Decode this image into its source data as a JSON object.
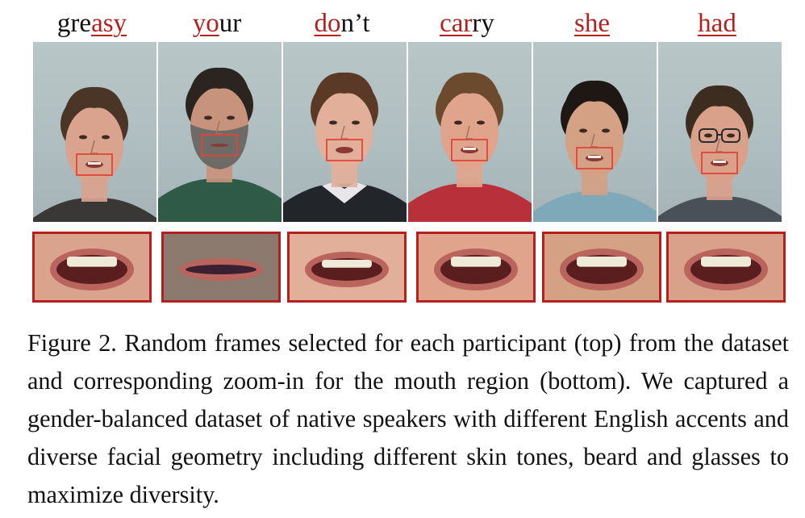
{
  "figure": {
    "words": [
      {
        "pre": "gre",
        "hl": "asy",
        "post": ""
      },
      {
        "pre": "",
        "hl": "yo",
        "post": "ur"
      },
      {
        "pre": "",
        "hl": "do",
        "post": "n’t"
      },
      {
        "pre": "",
        "hl": "car",
        "post": "ry"
      },
      {
        "pre": "",
        "hl": "she",
        "post": ""
      },
      {
        "pre": "",
        "hl": "had",
        "post": ""
      }
    ],
    "highlight_color": "#b3211f",
    "box_color": "#e0453a",
    "participants": [
      {
        "shirt": "#3a3836",
        "skin": "#d9a38e",
        "hair": "#4a3526",
        "beard": false,
        "glasses": false,
        "collar": false,
        "mouth_open": "smile"
      },
      {
        "shirt": "#2f5a48",
        "skin": "#c8937c",
        "hair": "#2b2420",
        "beard": true,
        "glasses": false,
        "collar": false,
        "mouth_open": "closed"
      },
      {
        "shirt": "#22262b",
        "skin": "#e2b09a",
        "hair": "#5a3a26",
        "beard": false,
        "glasses": false,
        "collar": true,
        "mouth_open": "open"
      },
      {
        "shirt": "#b7303a",
        "skin": "#e0a48c",
        "hair": "#6b4a2e",
        "beard": false,
        "glasses": false,
        "collar": false,
        "mouth_open": "grin"
      },
      {
        "shirt": "#7fa8b8",
        "skin": "#d4a184",
        "hair": "#1e1714",
        "beard": false,
        "glasses": false,
        "collar": false,
        "mouth_open": "grin"
      },
      {
        "shirt": "#4a5058",
        "skin": "#d9a08a",
        "hair": "#3d2c20",
        "beard": false,
        "glasses": true,
        "collar": false,
        "mouth_open": "smile"
      }
    ],
    "caption": "Figure 2. Random frames selected for each participant (top) from the dataset and corresponding zoom-in for the mouth region (bottom). We captured a gender-balanced dataset of native speakers with different English accents and diverse facial geometry including different skin tones, beard and glasses to maximize diversity."
  }
}
